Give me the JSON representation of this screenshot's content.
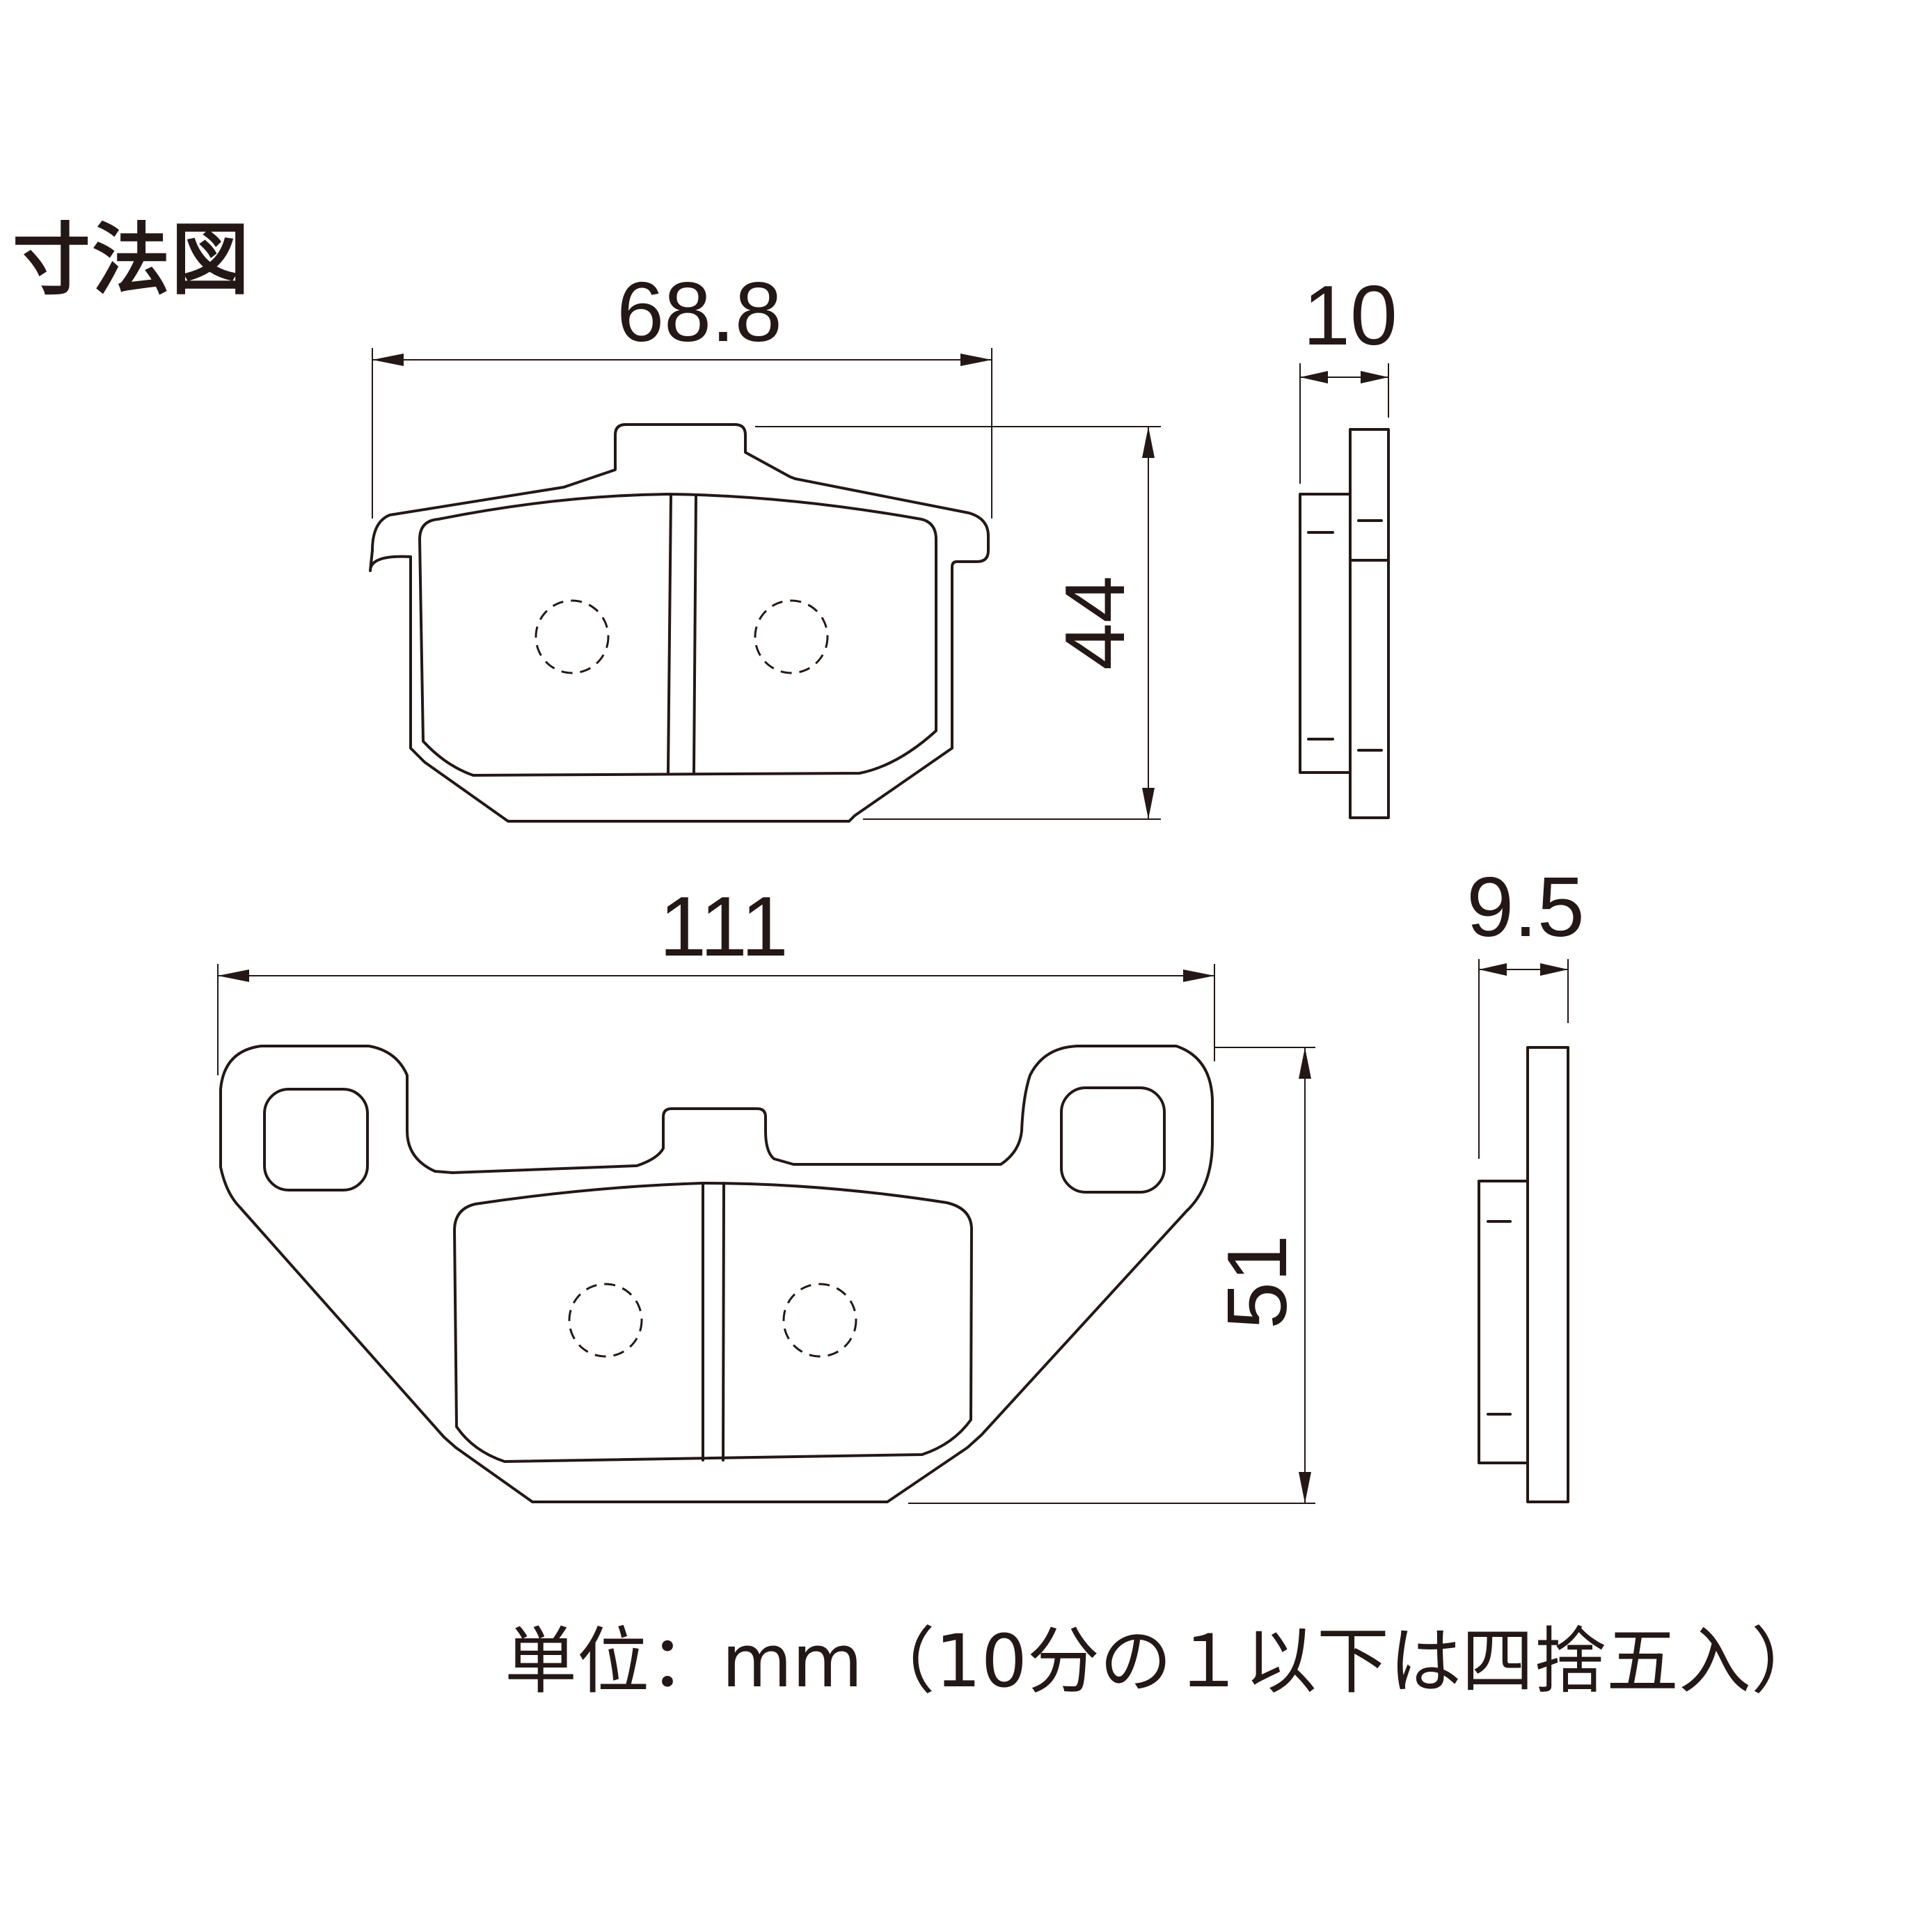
{
  "title": "寸法図",
  "pad_top": {
    "width": "68.8",
    "height": "44",
    "thickness": "10"
  },
  "pad_bottom": {
    "width": "111",
    "height": "51",
    "thickness": "9.5"
  },
  "note": "単位：mm（10分の１以下は四捨五入）"
}
